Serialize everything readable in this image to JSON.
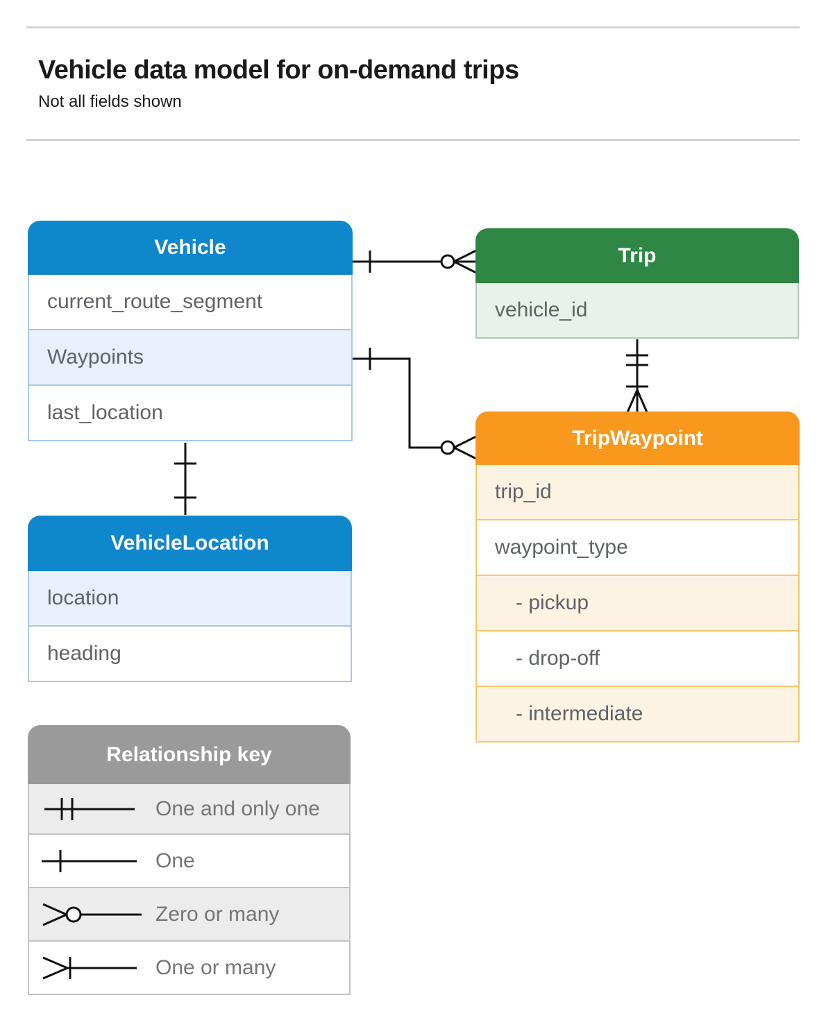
{
  "page": {
    "title": "Vehicle data model for on-demand trips",
    "subtitle": "Not all fields shown"
  },
  "entities": {
    "vehicle": {
      "title": "Vehicle",
      "fields": [
        "current_route_segment",
        "Waypoints",
        "last_location"
      ]
    },
    "trip": {
      "title": "Trip",
      "fields": [
        "vehicle_id"
      ]
    },
    "trip_waypoint": {
      "title": "TripWaypoint",
      "fields": [
        "trip_id",
        "waypoint_type",
        "- pickup",
        "- drop-off",
        "- intermediate"
      ]
    },
    "vehicle_location": {
      "title": "VehicleLocation",
      "fields": [
        "location",
        "heading"
      ]
    }
  },
  "legend": {
    "title": "Relationship key",
    "items": [
      {
        "symbol": "one-and-only-one-symbol",
        "label": "One and only one"
      },
      {
        "symbol": "one-symbol",
        "label": "One"
      },
      {
        "symbol": "zero-or-many-symbol",
        "label": "Zero or many"
      },
      {
        "symbol": "one-or-many-symbol",
        "label": "One or many"
      }
    ]
  },
  "relationships": [
    {
      "from": "Vehicle",
      "to": "Trip",
      "from_cardinality": "one",
      "to_cardinality": "zero-or-many"
    },
    {
      "from": "Trip",
      "to": "TripWaypoint",
      "from_cardinality": "one-and-only-one",
      "to_cardinality": "one-or-many"
    },
    {
      "from": "Vehicle.Waypoints",
      "to": "TripWaypoint",
      "from_cardinality": "one",
      "to_cardinality": "zero-or-many"
    },
    {
      "from": "Vehicle",
      "to": "VehicleLocation",
      "from_cardinality": "one",
      "to_cardinality": "one"
    }
  ],
  "colors": {
    "blue_header": "#0f87cd",
    "blue_tint": "#e8f1fb",
    "blue_border": "#a3c9e9",
    "green_header": "#2e8745",
    "green_tint": "#e9f2ea",
    "green_border": "#a9cfb3",
    "orange_header": "#f8981d",
    "orange_tint": "#fdf3e3",
    "orange_border": "#fac564",
    "gray_header": "#9a9a9a",
    "gray_tint": "#ececec",
    "field_text": "#5f6368",
    "connector": "#111111",
    "rule": "#d2d2d2"
  }
}
